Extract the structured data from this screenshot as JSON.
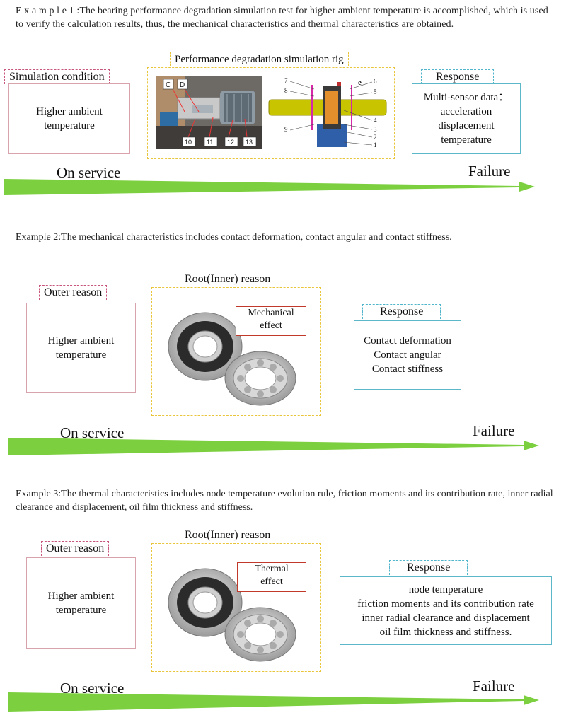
{
  "colors": {
    "pink_tag": "#c8567a",
    "pink_box": "#d9a3ae",
    "yellow_dash": "#e8c53a",
    "cyan": "#4fb6cc",
    "green_arrow": "#7ccf3f",
    "red_label": "#c0392b"
  },
  "example1": {
    "text": "E x a m p l e 1 :The bearing performance degradation simulation test for higher ambient temperature is accomplished, which is used to verify the calculation results, thus, the mechanical characteristics and thermal characteristics are obtained.",
    "condition_tag": "Simulation condition",
    "condition_text": "Higher ambient temperature",
    "rig_tag": "Performance degradation simulation rig",
    "rig_photo_labels": [
      "C",
      "D",
      "10",
      "11",
      "12",
      "13"
    ],
    "rig_diagram_labels": [
      "7",
      "8",
      "9",
      "6",
      "5",
      "4",
      "3",
      "2",
      "1",
      "e"
    ],
    "response_tag": "Response",
    "response_lines": [
      "Multi-sensor data：",
      "acceleration",
      "displacement",
      "temperature"
    ],
    "start_label": "On  service",
    "end_label": "Failure"
  },
  "example2": {
    "text": "Example 2:The mechanical characteristics includes contact deformation, contact angular and contact stiffness.",
    "outer_tag": "Outer reason",
    "outer_text": "Higher ambient temperature",
    "root_tag": "Root(Inner) reason",
    "effect_lines": [
      "Mechanical",
      "effect"
    ],
    "response_tag": "Response",
    "response_lines": [
      "Contact deformation",
      "Contact angular",
      "Contact stiffness"
    ],
    "start_label": "On  service",
    "end_label": "Failure"
  },
  "example3": {
    "text": "Example 3:The thermal characteristics includes node temperature evolution rule, friction moments and its contribution rate, inner radial clearance and displacement, oil film thickness and stiffness.",
    "outer_tag": "Outer reason",
    "outer_text": "Higher ambient temperature",
    "root_tag": "Root(Inner) reason",
    "effect_lines": [
      "Thermal",
      "effect"
    ],
    "response_tag": "Response",
    "response_lines": [
      "node temperature",
      "friction moments and its contribution rate",
      "inner radial clearance and displacement",
      "oil film thickness and stiffness."
    ],
    "start_label": "On  service",
    "end_label": "Failure"
  }
}
